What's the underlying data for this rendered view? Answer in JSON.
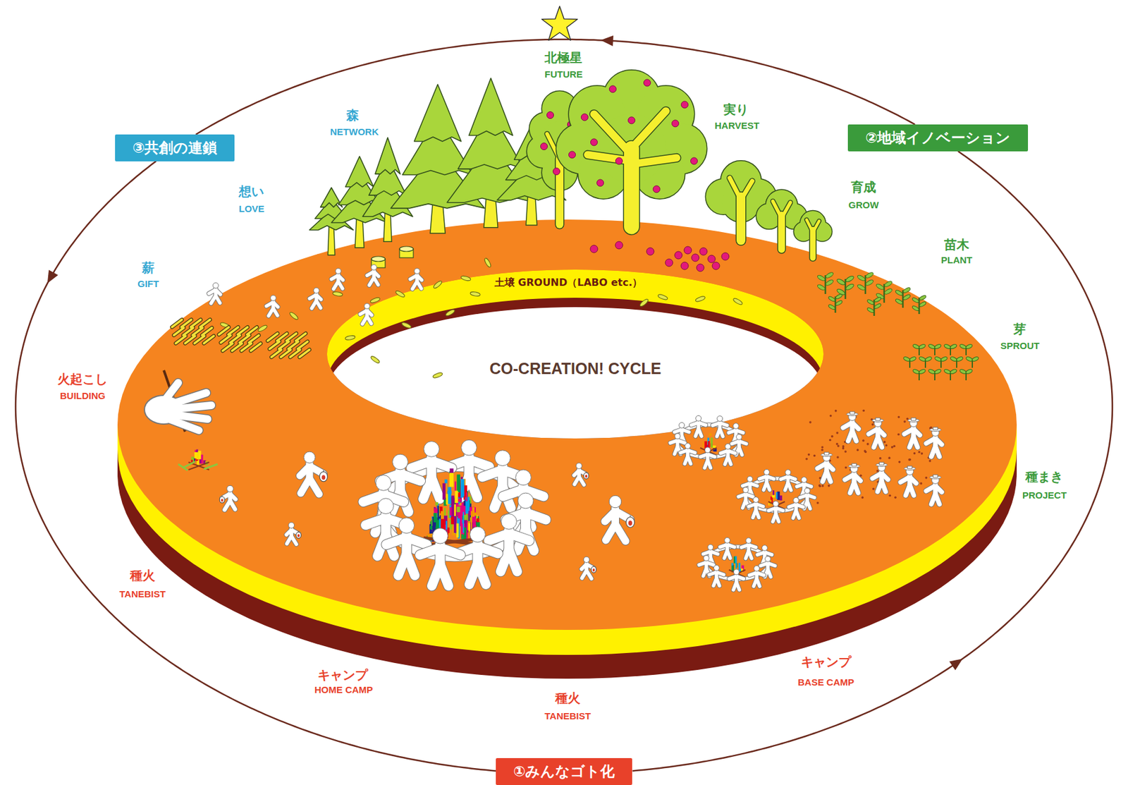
{
  "diagram": {
    "nodes": [
      {
        "text": [
          "③共創の連鎖"
        ]
      },
      {
        "text": [
          "②地域イノベーション"
        ]
      },
      {
        "text": [
          "①みんなゴト化"
        ]
      }
    ],
    "edges": [
      {
        "from": 2,
        "to": 1,
        "arrow": "to"
      },
      {
        "from": 1,
        "to": 0,
        "arrow": "to"
      },
      {
        "from": 0,
        "to": 2,
        "arrow": "to"
      }
    ],
    "labels": [
      "北極星",
      "FUTURE",
      "森",
      "NETWORK",
      "実り",
      "HARVEST",
      "想い",
      "LOVE",
      "育成",
      "GROW",
      "苗木",
      "PLANT",
      "薪",
      "GIFT",
      "土壌 GROUND（LABO etc.）",
      "芽",
      "SPROUT",
      "CO-CREATION! CYCLE",
      "火起こし",
      "BUILDING",
      "種まき",
      "PROJECT",
      "種火",
      "TANEBIST",
      "キャンプ",
      "HOME CAMP",
      "種火",
      "TANEBIST",
      "キャンプ",
      "BASE CAMP"
    ]
  }
}
